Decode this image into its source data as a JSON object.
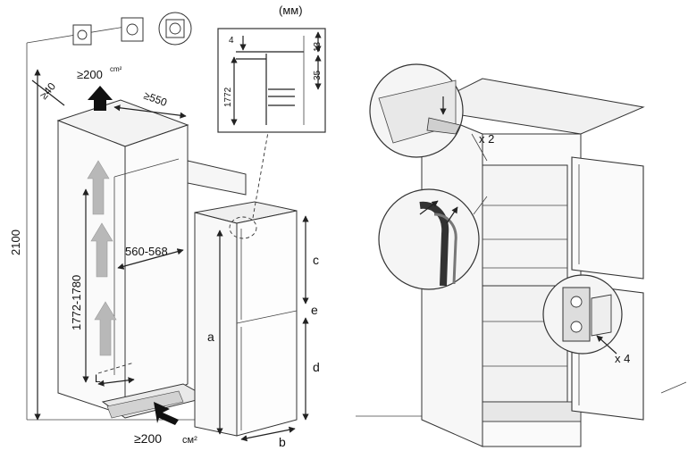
{
  "left_diagram": {
    "unit_label": "(мм)",
    "height_total": "2100",
    "depth_gap": "≥40",
    "vent_top": "≥200",
    "vent_top_unit": "cm²",
    "width_top": "≥550",
    "niche_width": "560-568",
    "niche_height": "1772-1780",
    "label_L": "L",
    "vent_bottom": "≥200",
    "vent_bottom_unit": "см²",
    "label_a": "a",
    "label_b": "b",
    "label_c": "c",
    "label_d": "d",
    "label_e": "e"
  },
  "detail_inset": {
    "dim_4": "4",
    "dim_13": "13",
    "dim_35": "35",
    "dim_1772": "1772"
  },
  "right_diagram": {
    "hinge_count": "x 2",
    "bracket_count": "x 4"
  }
}
